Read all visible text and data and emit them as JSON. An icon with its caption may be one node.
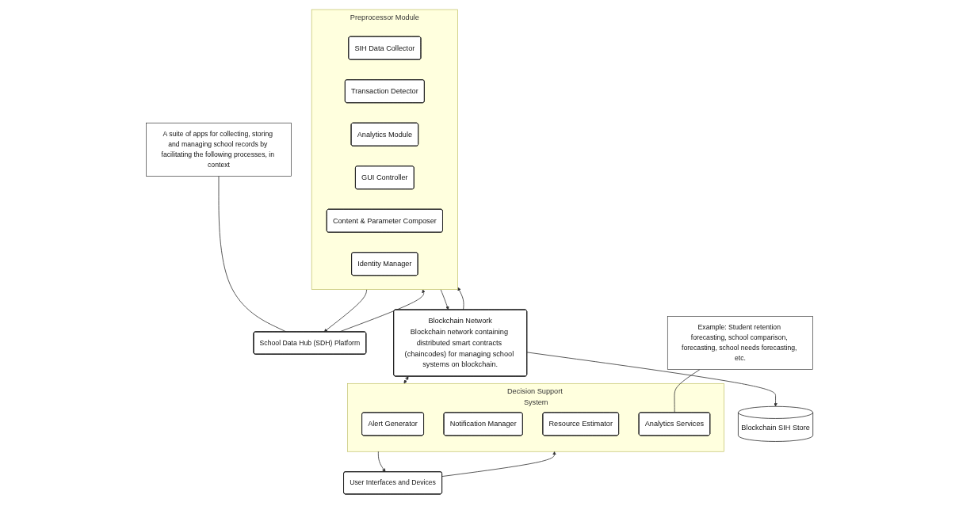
{
  "diagram": {
    "nodes": [
      {
        "text": [
          "A suite of apps for collecting, storing and managing school records by facilitating the following processes, in context"
        ]
      },
      {
        "text": [
          "School Data Hub (SDH) Platform"
        ]
      },
      {
        "text": [
          "User Interfaces and Devices"
        ]
      },
      {
        "text": [
          "Preprocessor Module"
        ]
      },
      {
        "text": [
          "SIH Data Collector"
        ],
        "in": 3
      },
      {
        "text": [
          "Transaction Detector"
        ],
        "in": 3
      },
      {
        "text": [
          "Analytics Module"
        ],
        "in": 3
      },
      {
        "text": [
          "GUI Controller"
        ],
        "in": 3
      },
      {
        "text": [
          "Content & Parameter Composer"
        ],
        "in": 3
      },
      {
        "text": [
          "Identity Manager"
        ],
        "in": 3
      },
      {
        "text": [
          "Decision Support System"
        ]
      },
      {
        "text": [
          "Alert Generator"
        ],
        "in": 10
      },
      {
        "text": [
          "Notification Manager"
        ],
        "in": 10
      },
      {
        "text": [
          "Resource Estimator"
        ],
        "in": 10
      },
      {
        "text": [
          "Analytics Services"
        ],
        "in": 10
      },
      {
        "text": [
          "Blockchain SIH Store"
        ]
      },
      {
        "text": [
          "Blockchain Network",
          "Blockchain network containing distributed smart contracts (chaincodes) for managing school systems on blockchain."
        ]
      },
      {
        "text": [
          "Example: Student retention forecasting, school comparison, forecasting, school needs forecasting, etc."
        ]
      }
    ],
    "edges": [
      {
        "from": 0,
        "to": 1,
        "arrow": "none"
      },
      {
        "from": 1,
        "to": 3,
        "arrow": "to"
      },
      {
        "from": 3,
        "to": 1,
        "arrow": "to"
      },
      {
        "from": 2,
        "to": 10,
        "arrow": "to"
      },
      {
        "from": 10,
        "to": 2,
        "arrow": "to"
      },
      {
        "from": 3,
        "to": 16,
        "arrow": "to"
      },
      {
        "from": 16,
        "to": 3,
        "arrow": "to"
      },
      {
        "from": 16,
        "to": 15,
        "arrow": "to"
      },
      {
        "from": 16,
        "to": 10,
        "arrow": "both"
      },
      {
        "from": 17,
        "to": 14,
        "arrow": "none"
      }
    ]
  }
}
